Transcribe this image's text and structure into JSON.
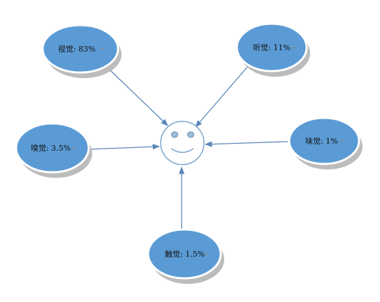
{
  "nodes": [
    {
      "id": "vision",
      "label": "视觉: 83%"
    },
    {
      "id": "hearing",
      "label": "听觉: 11%"
    },
    {
      "id": "smell",
      "label": "嗅觉: 3.5%"
    },
    {
      "id": "taste",
      "label": "味觉: 1%"
    },
    {
      "id": "touch",
      "label": "触觉: 1.5%"
    }
  ],
  "paragraph_mark": "↵",
  "colors": {
    "node_fill": "#5b9bd5",
    "node_outline": "#ffffff",
    "node_shadow": "#bcbcbc",
    "arrow": "#5b87b8",
    "face_stroke": "#7aa6cf",
    "eye_fill": "#9dbfdc"
  }
}
